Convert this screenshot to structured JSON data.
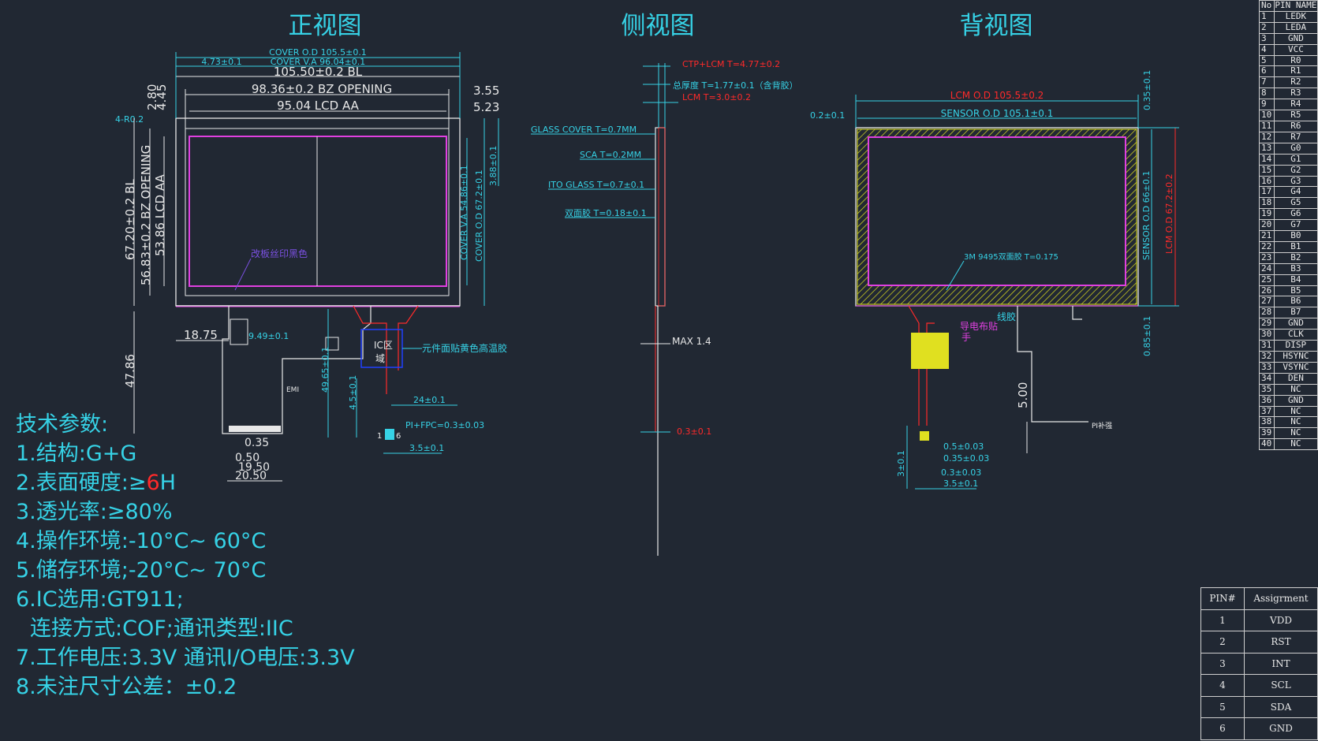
{
  "views": {
    "front": "正视图",
    "side": "侧视图",
    "back": "背视图"
  },
  "front_dims": {
    "cover_od": "COVER O.D 105.5±0.1",
    "left_offset": "4.73±0.1",
    "cover_va": "COVER V.A 96.04±0.1",
    "bl_width": "105.50±0.2  BL",
    "bz_opening": "98.36±0.2  BZ  OPENING",
    "lcd_aa": "95.04  LCD  AA",
    "right_355": "3.55",
    "right_523": "5.23",
    "top_445": "4.45",
    "top_280": "2.80",
    "r02": "4-R0.2",
    "left_bl": "67.20±0.2  BL",
    "left_bz": "56.83±0.2  BZ  OPENING",
    "left_lcd": "53.86  LCD  AA",
    "cover_va_v": "COVER V.A 54.86±0.1",
    "cover_od_v": "COVER O.D 67.2±0.1",
    "right_388": "3.88±0.1",
    "silk": "改板丝印黑色",
    "fpc_1875": "18.75",
    "fpc_949": "9.49±0.1",
    "ic_area": "IC区",
    "ic_area2": "域",
    "ic_note": "元件面贴黄色高温胶",
    "emi": "EMI",
    "h_4786": "47.86",
    "h_4965": "49.65±0.1",
    "h_45": "4.5±0.1",
    "w_24": "24±0.1",
    "pi_fpc": "PI+FPC=0.3±0.03",
    "pin1": "1",
    "pin6": "6",
    "w_35": "3.5±0.1",
    "tail_035": "0.35",
    "tail_050": "0.50",
    "tail_1950": "19.50",
    "tail_2050": "20.50"
  },
  "side_dims": {
    "ctp_lcm": "CTP+LCM T=4.77±0.2",
    "total": "总厚度 T=1.77±0.1（含背胶）",
    "lcm": "LCM T=3.0±0.2",
    "glass_cover": "GLASS COVER T=0.7MM",
    "sca": "SCA T=0.2MM",
    "ito": "ITO GLASS T=0.7±0.1",
    "tape": "双面胶 T=0.18±0.1",
    "max": "MAX 1.4",
    "fpc_t": "0.3±0.1"
  },
  "back_dims": {
    "lcm_od": "LCM O.D 105.5±0.2",
    "sensor_od": "SENSOR O.D 105.1±0.1",
    "left_02": "0.2±0.1",
    "r_035": "0.35±0.1",
    "sensor_od_v": "SENSOR O.D 66±0.1",
    "lcm_od_v": "LCM O.D 67.2±0.2",
    "tape_3m": "3M 9495双面胶  T=0.175",
    "line_glue": "线胶",
    "ground": "导电布贴",
    "hand": "手",
    "r_085": "0.85±0.1",
    "h_500": "5.00",
    "pi_stiff": "PI补强",
    "d_05": "0.5±0.03",
    "d_035": "0.35±0.03",
    "d_03": "0.3±0.03",
    "d_35": "3.5±0.1",
    "d_3": "3±0.1"
  },
  "params": {
    "title": "技术参数:",
    "l1": "1.结构:G+G",
    "l2a": "2.表面硬度:≥",
    "l2b": "6",
    "l2c": "H",
    "l3": "3.透光率:≥80%",
    "l4": "4.操作环境:-10°C~ 60°C",
    "l5": "5.储存环境;-20°C~ 70°C",
    "l6": "6.IC选用:GT911;",
    "l6b": "连接方式:COF;通讯类型:IIC",
    "l7": "7.工作电压:3.3V 通讯I/O电压:3.3V",
    "l8": "8.未注尺寸公差：±0.2"
  },
  "pin_list": {
    "header_no": "No",
    "header_name": "PIN NAME",
    "rows": [
      [
        "1",
        "LEDK"
      ],
      [
        "2",
        "LEDA"
      ],
      [
        "3",
        "GND"
      ],
      [
        "4",
        "VCC"
      ],
      [
        "5",
        "R0"
      ],
      [
        "6",
        "R1"
      ],
      [
        "7",
        "R2"
      ],
      [
        "8",
        "R3"
      ],
      [
        "9",
        "R4"
      ],
      [
        "10",
        "R5"
      ],
      [
        "11",
        "R6"
      ],
      [
        "12",
        "R7"
      ],
      [
        "13",
        "G0"
      ],
      [
        "14",
        "G1"
      ],
      [
        "15",
        "G2"
      ],
      [
        "16",
        "G3"
      ],
      [
        "17",
        "G4"
      ],
      [
        "18",
        "G5"
      ],
      [
        "19",
        "G6"
      ],
      [
        "20",
        "G7"
      ],
      [
        "21",
        "B0"
      ],
      [
        "22",
        "B1"
      ],
      [
        "23",
        "B2"
      ],
      [
        "24",
        "B3"
      ],
      [
        "25",
        "B4"
      ],
      [
        "26",
        "B5"
      ],
      [
        "27",
        "B6"
      ],
      [
        "28",
        "B7"
      ],
      [
        "29",
        "GND"
      ],
      [
        "30",
        "CLK"
      ],
      [
        "31",
        "DISP"
      ],
      [
        "32",
        "HSYNC"
      ],
      [
        "33",
        "VSYNC"
      ],
      [
        "34",
        "DEN"
      ],
      [
        "35",
        "NC"
      ],
      [
        "36",
        "GND"
      ],
      [
        "37",
        "NC"
      ],
      [
        "38",
        "NC"
      ],
      [
        "39",
        "NC"
      ],
      [
        "40",
        "NC"
      ]
    ]
  },
  "assign": {
    "h1": "PIN#",
    "h2": "Assigrment",
    "rows": [
      [
        "1",
        "VDD"
      ],
      [
        "2",
        "RST"
      ],
      [
        "3",
        "INT"
      ],
      [
        "4",
        "SCL"
      ],
      [
        "5",
        "SDA"
      ],
      [
        "6",
        "GND"
      ]
    ]
  },
  "colors": {
    "background": "#212833",
    "cyan": "#36d2e6",
    "magenta": "#e040e0",
    "red": "#ff2a2a",
    "yellow": "#e0e020",
    "white": "#e8e8e8",
    "blue": "#2040ff"
  }
}
